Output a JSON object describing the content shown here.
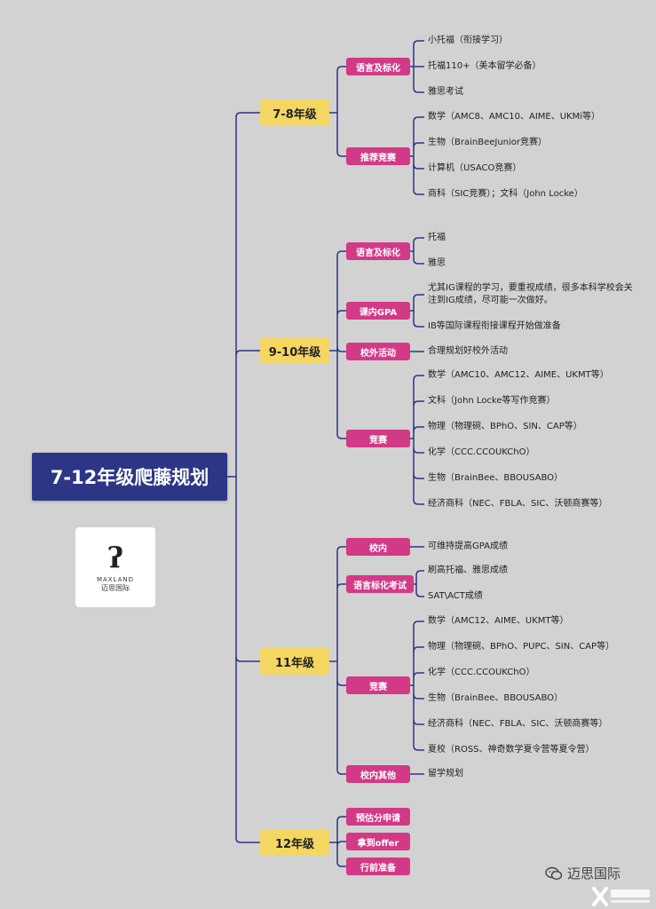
{
  "root": {
    "title": "7-12年级爬藤规划"
  },
  "logo": {
    "en": "MAXLAND",
    "cn": "迈思国际"
  },
  "watermark": {
    "brand": "迈思国际"
  },
  "grades": [
    {
      "label": "7-8年级",
      "categories": [
        {
          "label": "语言及标化",
          "items": [
            "小托福（衔接学习）",
            "托福110+（美本留学必备）",
            "雅思考试"
          ]
        },
        {
          "label": "推荐竞赛",
          "items": [
            "数学（AMC8、AMC10、AIME、UKMi等）",
            "生物（BrainBeeJunior竞赛）",
            "计算机（USACO竞赛）",
            "商科（SIC竞赛）；文科（John Locke）"
          ]
        }
      ]
    },
    {
      "label": "9-10年级",
      "categories": [
        {
          "label": "语言及标化",
          "items": [
            "托福",
            "雅思"
          ]
        },
        {
          "label": "课内GPA",
          "items": [
            "尤其IG课程的学习，要重视成绩，很多本科学校会关注到IG成绩，尽可能一次做好。",
            "IB等国际课程衔接课程开始做准备"
          ]
        },
        {
          "label": "校外活动",
          "items": [
            "合理规划好校外活动"
          ]
        },
        {
          "label": "竞赛",
          "items": [
            "数学（AMC10、AMC12、AIME、UKMT等）",
            "文科（John Locke等写作竞赛）",
            "物理（物理碗、BPhO、SIN、CAP等）",
            "化学（CCC.CCOUKChO）",
            "生物（BrainBee、BBOUSABO）",
            "经济商科（NEC、FBLA、SIC、沃顿商赛等）"
          ]
        }
      ]
    },
    {
      "label": "11年级",
      "categories": [
        {
          "label": "校内",
          "items": [
            "可维持提高GPA成绩"
          ]
        },
        {
          "label": "语言标化考试",
          "items": [
            "刷高托福、雅思成绩",
            "SAT\\ACT成绩"
          ]
        },
        {
          "label": "竞赛",
          "items": [
            "数学（AMC12、AIME、UKMT等）",
            "物理（物理碗、BPhO、PUPC、SIN、CAP等）",
            "化学（CCC.CCOUKChO）",
            "生物（BrainBee、BBOUSABO）",
            "经济商科（NEC、FBLA、SIC、沃顿商赛等）",
            "夏校（ROSS、神奇数学夏令营等夏令营）"
          ]
        },
        {
          "label": "校内其他",
          "items": [
            "留学规划"
          ]
        }
      ]
    },
    {
      "label": "12年级",
      "categories": [
        {
          "label": "预估分申请",
          "items": []
        },
        {
          "label": "拿到offer",
          "items": []
        },
        {
          "label": "行前准备",
          "items": []
        }
      ]
    }
  ],
  "colors": {
    "root": "#2d3585",
    "grade": "#f4d662",
    "category": "#d23a87",
    "connector": "#2d3585",
    "background": "#d2d2d2"
  }
}
